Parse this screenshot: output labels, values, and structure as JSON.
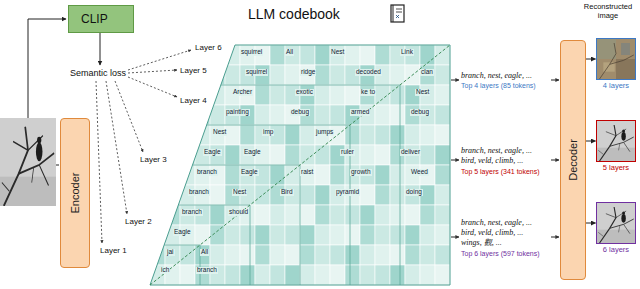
{
  "diagram": {
    "nodes": [
      {
        "text": [
          "CLIP"
        ]
      },
      {
        "text": [
          "Encoder"
        ]
      },
      {
        "text": [
          "Decoder"
        ]
      },
      {
        "text": [
          "4 layers"
        ]
      },
      {
        "text": [
          "5 layers"
        ]
      },
      {
        "text": [
          "6 layers"
        ]
      }
    ],
    "edges": [
      {
        "from": 2,
        "to": 3,
        "arrow": "to"
      },
      {
        "from": 2,
        "to": 4,
        "arrow": "to"
      },
      {
        "from": 2,
        "to": 5,
        "arrow": "to"
      }
    ],
    "labels": [
      "LLM codebook",
      "Semantic loss",
      "Layer 6",
      "Layer 5",
      "Layer 4",
      "Layer 3",
      "Layer 2",
      "Layer 1",
      "branch, nest, eagle, ...",
      "Top 4 layers (85 tokens)",
      "branch, nest, eagle, ...",
      "bird, veld, climb, ...",
      "Top 5 layers (341 tokens)",
      "branch, nest, eagle, ...",
      "bird, veld, climb, ...",
      "wings, 觀, ...",
      "Top 6 layers (597 tokens)",
      "Reconstructed image",
      "squirrel",
      "All",
      "Nest",
      "Link",
      "squirrel",
      "ridge",
      "decoded",
      "clan",
      "Archer",
      "exotic",
      "ke to",
      "Nest",
      "painting",
      "debug",
      "armed",
      "debug",
      "Nest",
      "imp",
      "jumps",
      "Eagle",
      "Eagle",
      "ruler",
      "deliver",
      "branch",
      "Eagle",
      "raist",
      "growth",
      "Weed",
      "branch",
      "Nest",
      "Bird",
      "pyramid",
      "doing",
      "branch",
      "should",
      "Eagle",
      "jai",
      "All",
      "ich",
      "branch"
    ]
  }
}
